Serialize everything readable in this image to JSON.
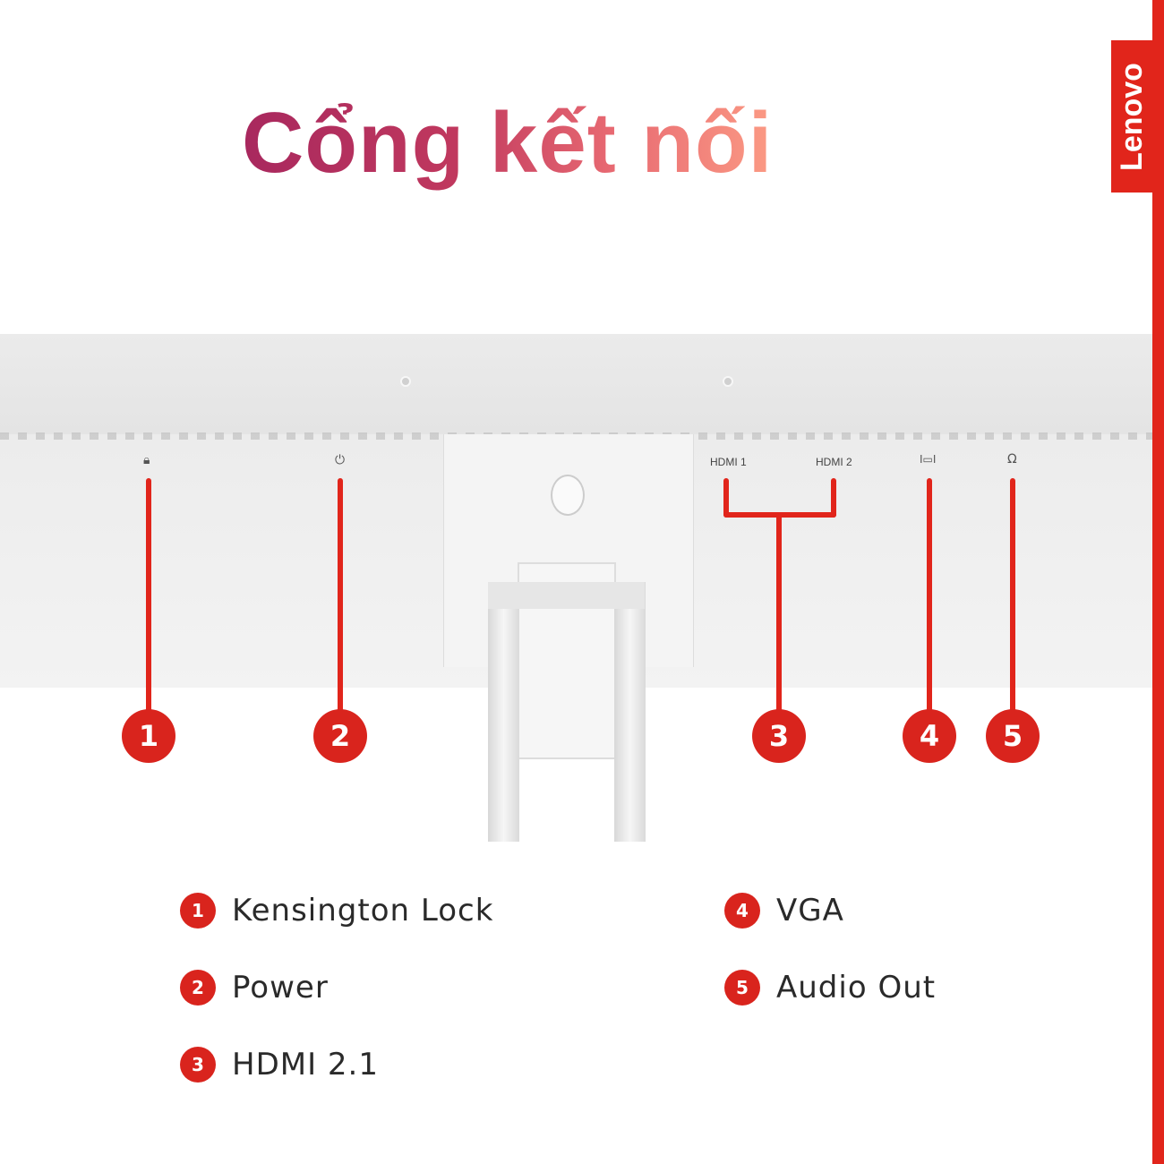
{
  "title": "Cổng kết nối",
  "brand": {
    "logo_text": "Lenovo",
    "color": "#e1251b"
  },
  "ports": [
    {
      "number": "1",
      "icon": "lock-icon",
      "glyph": "🔒︎"
    },
    {
      "number": "2",
      "icon": "power-plug-icon",
      "glyph": "⏻"
    },
    {
      "number": "3",
      "labels": [
        "HDMI 1",
        "HDMI 2"
      ]
    },
    {
      "number": "4",
      "icon": "vga-icon",
      "glyph": "I▭I"
    },
    {
      "number": "5",
      "icon": "headphone-icon",
      "glyph": "Ω"
    }
  ],
  "legend": [
    {
      "number": "1",
      "label": "Kensington Lock"
    },
    {
      "number": "2",
      "label": "Power"
    },
    {
      "number": "3",
      "label": "HDMI 2.1"
    },
    {
      "number": "4",
      "label": "VGA"
    },
    {
      "number": "5",
      "label": "Audio Out"
    }
  ]
}
